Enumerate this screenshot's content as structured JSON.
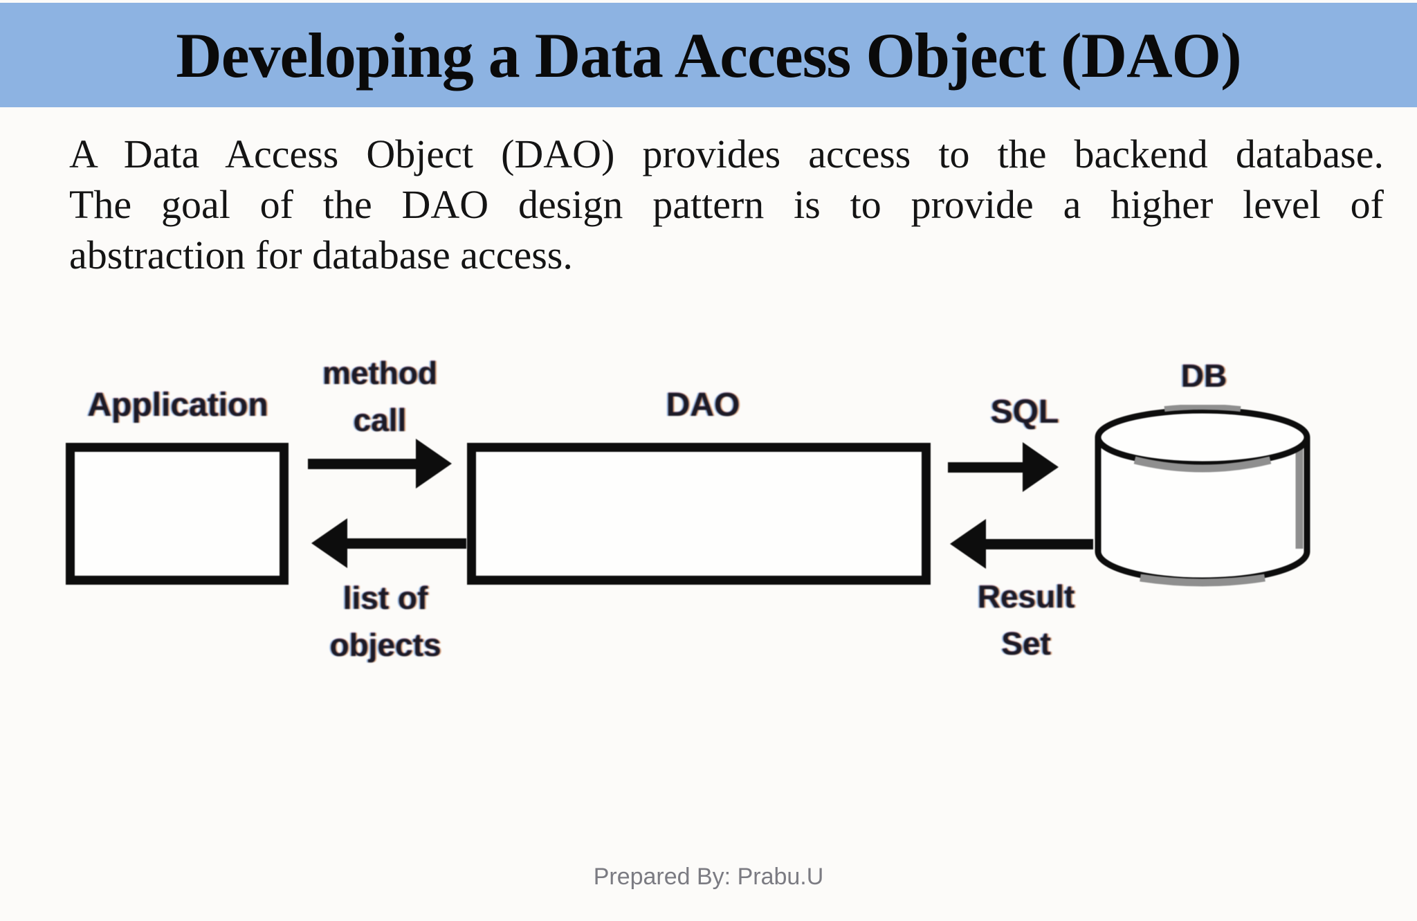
{
  "title": "Developing a Data Access Object (DAO)",
  "body": {
    "line1": "A Data Access Object (DAO) provides access to the backend database.",
    "line2": "The goal of the DAO design pattern is to provide a higher level of",
    "line3": "abstraction for database access."
  },
  "diagram": {
    "application_label": "Application",
    "method_call_line1": "method",
    "method_call_line2": "call",
    "dao_label": "DAO",
    "sql_label": "SQL",
    "db_label": "DB",
    "list_of_objects_line1": "list of",
    "list_of_objects_line2": "objects",
    "result_set_line1": "Result",
    "result_set_line2": "Set"
  },
  "footer": "Prepared By: Prabu.U",
  "colors": {
    "header_bg": "#8db3e2",
    "title_text": "#0a0a0a",
    "body_text": "#141414",
    "diagram_ink": "#0d0d0d",
    "footer_text": "#7b7b82",
    "cylinder_shadow": "#8f8f8f"
  }
}
